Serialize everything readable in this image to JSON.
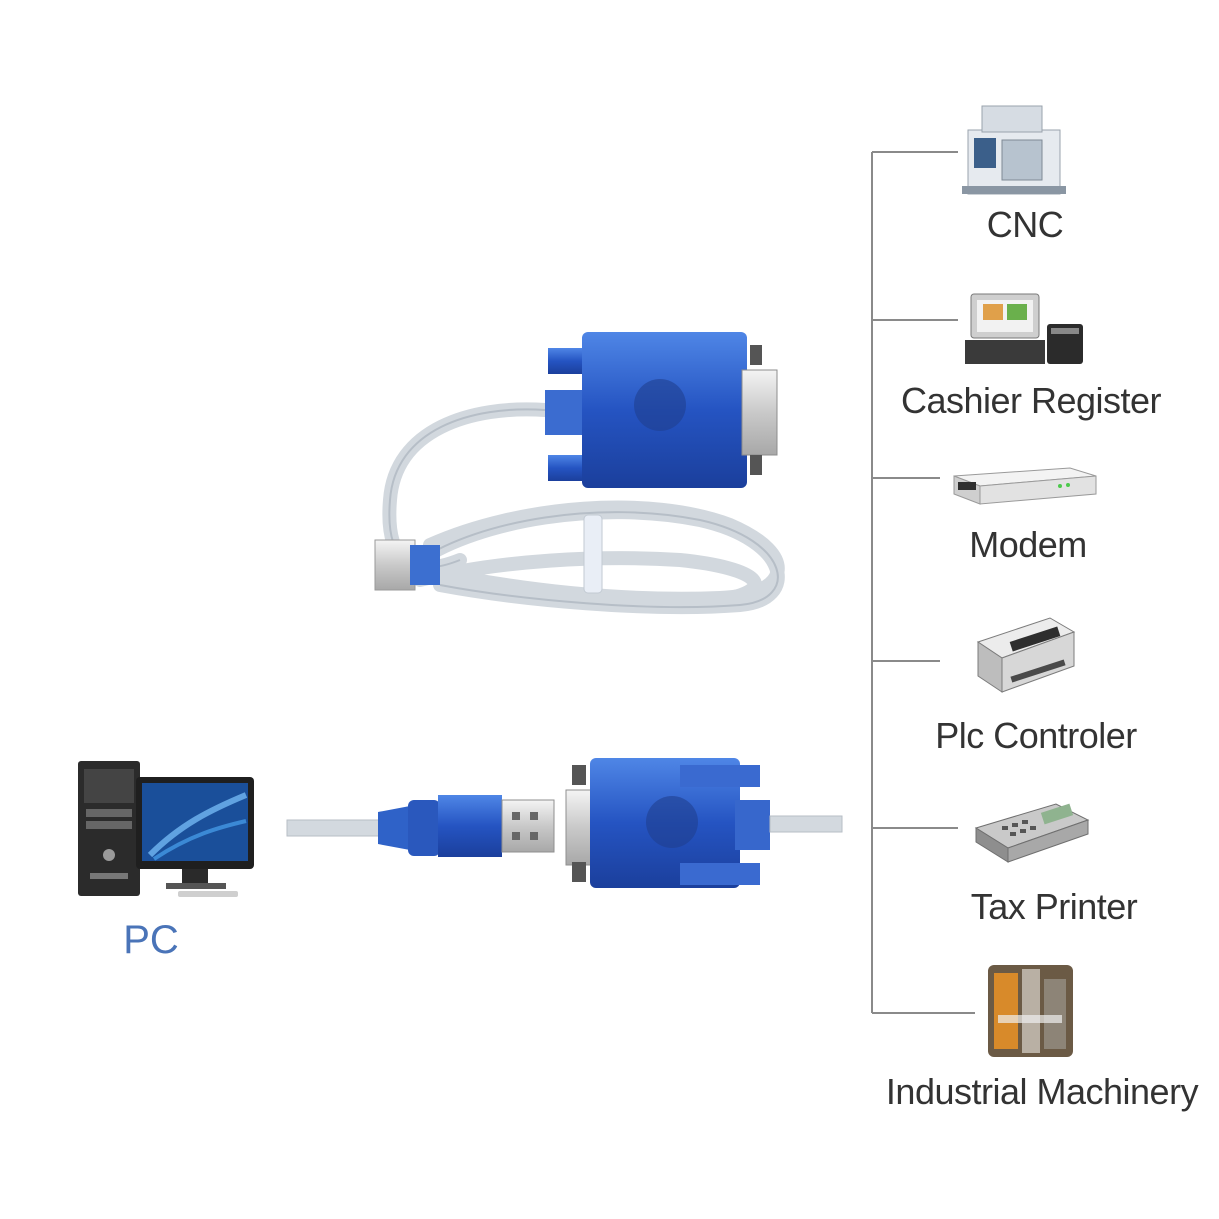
{
  "pc": {
    "label": "PC"
  },
  "devices": [
    {
      "label": "CNC",
      "icon": "cnc-machine-icon"
    },
    {
      "label": "Cashier Register",
      "icon": "cash-register-icon"
    },
    {
      "label": "Modem",
      "icon": "modem-icon"
    },
    {
      "label": "Plc Controler",
      "icon": "plc-controller-icon"
    },
    {
      "label": "Tax Printer",
      "icon": "tax-printer-icon"
    },
    {
      "label": "Industrial Machinery",
      "icon": "industrial-machinery-icon"
    }
  ],
  "colors": {
    "connector_blue": "#2f5fc4",
    "cable_silver": "#d3d9df",
    "bracket_line": "#888888",
    "pc_text": "#4a74b8"
  }
}
